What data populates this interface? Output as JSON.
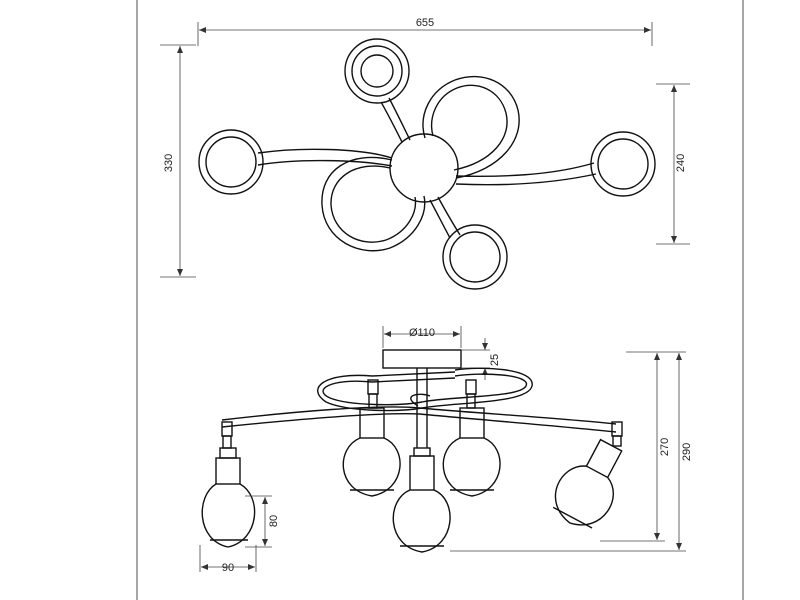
{
  "dimensions": {
    "top_width": "655",
    "top_height": "330",
    "top_depth": "240",
    "canopy_diameter": "Ø110",
    "canopy_height": "25",
    "body_height": "270",
    "total_height": "290",
    "shade_height": "80",
    "shade_width": "90"
  },
  "colors": {
    "line": "#111111",
    "background": "#ffffff"
  }
}
